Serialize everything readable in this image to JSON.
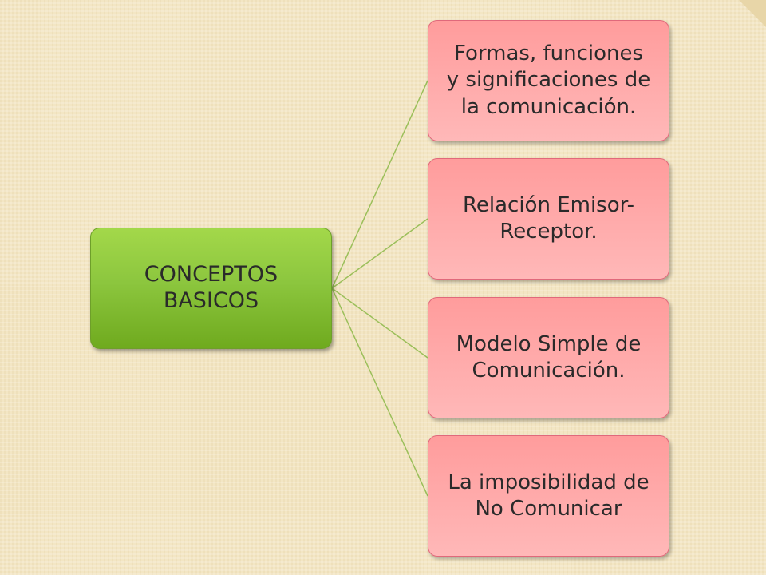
{
  "diagram": {
    "root": {
      "label": "CONCEPTOS\nBASICOS"
    },
    "children": [
      {
        "label": "Formas, funciones\ny significaciones de\nla  comunicación."
      },
      {
        "label": "Relación Emisor-\nReceptor."
      },
      {
        "label": "Modelo Simple de\nComunicación."
      },
      {
        "label": "La imposibilidad de\nNo Comunicar"
      }
    ]
  },
  "colors": {
    "background": "#f3e6c4",
    "root_fill": "#8cc63e",
    "child_fill": "#ffaaaa",
    "child_border": "#e0697b",
    "connector": "#9bbf5a"
  }
}
